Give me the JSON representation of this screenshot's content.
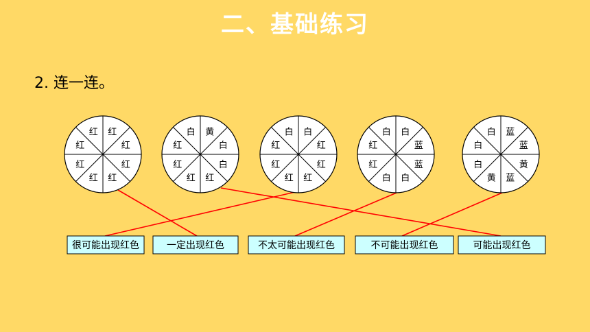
{
  "title": "二、基础练习",
  "question": "2. 连一连。",
  "wheels": [
    [
      "红",
      "红",
      "红",
      "红",
      "红",
      "红",
      "红",
      "红"
    ],
    [
      "白",
      "黄",
      "白",
      "白",
      "红",
      "红",
      "红",
      "红"
    ],
    [
      "白",
      "白",
      "红",
      "红",
      "红",
      "红",
      "红",
      "红"
    ],
    [
      "白",
      "白",
      "蓝",
      "蓝",
      "白",
      "白",
      "红",
      "红"
    ],
    [
      "白",
      "蓝",
      "蓝",
      "黄",
      "蓝",
      "黄",
      "白",
      "白"
    ]
  ],
  "options": [
    "很可能出现红色",
    "一定出现红色",
    "不太可能出现红色",
    "不可能出现红色",
    "可能出现红色"
  ],
  "connections": [
    {
      "wheel": 1,
      "option": 2
    },
    {
      "wheel": 2,
      "option": 5
    },
    {
      "wheel": 3,
      "option": 1
    },
    {
      "wheel": 4,
      "option": 3
    },
    {
      "wheel": 5,
      "option": 4
    }
  ],
  "colors": {
    "background": "#FFD966",
    "line": "#FF0000",
    "option_fill": "#CCFFFF"
  }
}
